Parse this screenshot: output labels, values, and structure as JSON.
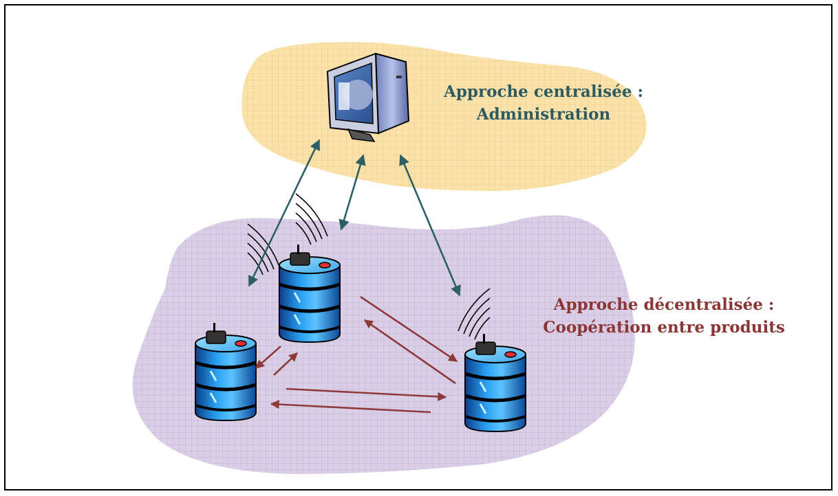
{
  "labels": {
    "central": {
      "line1": "Approche centralisée :",
      "line2": "Administration"
    },
    "decentral": {
      "line1": "Approche décentralisée :",
      "line2": "Coopération entre produits"
    }
  },
  "colors": {
    "central_text": "#2e5b62",
    "decentral_text": "#8b3535",
    "central_zone": "#fbe0a4",
    "decentral_zone": "#d9cde6",
    "central_arrow": "#2f5f66",
    "decentral_arrow": "#8e3a3a",
    "barrel_blue": "#1f86e0",
    "barrel_dark": "#0a3f8a"
  },
  "icons": {
    "central": "computer-monitor-icon",
    "node": "rfid-barrel-icon",
    "signal": "wireless-signal-icon"
  }
}
